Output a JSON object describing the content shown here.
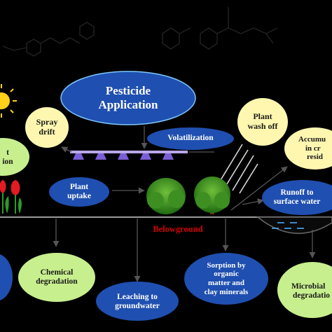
{
  "title": {
    "line1": "Pesticide",
    "line2": "Application"
  },
  "aboveground_nodes": {
    "spray_drift": {
      "line1": "Spray",
      "line2": "drift"
    },
    "volatilization": "Volatilization",
    "plant_wash_off": {
      "line1": "Plant",
      "line2": "wash off"
    },
    "accumulation": {
      "line1": "Accumu",
      "line2": "in cr",
      "line3": "resid"
    },
    "left_green": {
      "line1": "t",
      "line2": "ion"
    },
    "plant_uptake": {
      "line1": "Plant",
      "line2": "uptake"
    },
    "runoff": {
      "line1": "Runoff to",
      "line2": "surface water"
    }
  },
  "divider_label": "Belowground",
  "belowground_nodes": {
    "chemical_degradation": {
      "line1": "Chemical",
      "line2": "degradation"
    },
    "leaching": {
      "line1": "Leaching to",
      "line2": "groundwater"
    },
    "sorption": {
      "line1": "Sorption by",
      "line2": "organic",
      "line3": "matter and",
      "line4": "clay minerals"
    },
    "microbial_degradation": {
      "line1": "Microbial",
      "line2": "degradatio"
    }
  },
  "colors": {
    "blue_node": "#1f4fb0",
    "green_node": "#c7ef8e",
    "yellow_node": "#fff7b0",
    "divider_label": "#d40000",
    "sun": "#ffd11a",
    "background": "#000000"
  }
}
